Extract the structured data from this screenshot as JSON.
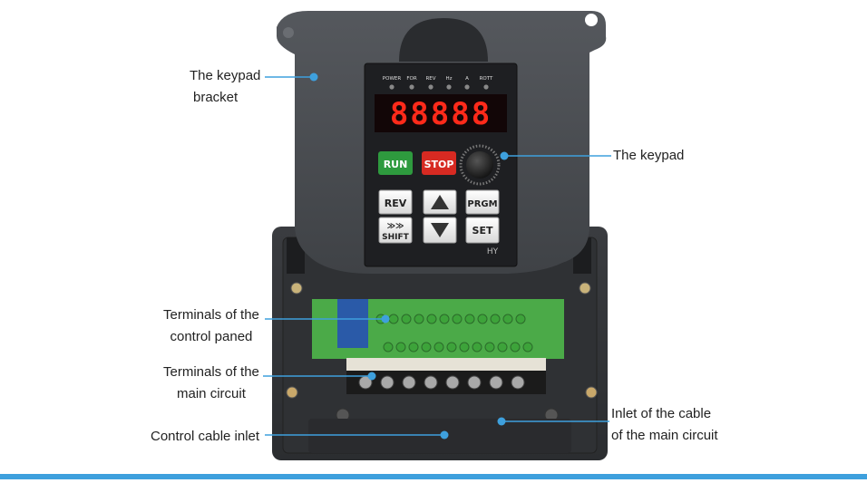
{
  "colors": {
    "callout_line": "#3ea0dd",
    "callout_dot": "#3ea0dd",
    "bottom_bar": "#3ea0dd",
    "housing": "#4a4d52",
    "keypad_panel": "#1e1f22",
    "display_red": "#ff2a1a",
    "run_button": "#2e9a3e",
    "stop_button": "#d72a22",
    "terminal_green": "#4fb84a"
  },
  "callouts": {
    "keypad_bracket": [
      "The keypad",
      "bracket"
    ],
    "keypad": "The keypad",
    "control_terminals": [
      "Terminals of the",
      "control paned"
    ],
    "main_terminals": [
      "Terminals of the",
      "main circuit"
    ],
    "control_cable_inlet": "Control cable inlet",
    "main_cable_inlet": [
      "Inlet of the cable",
      "of the main circuit"
    ]
  },
  "keypad": {
    "leds": [
      "POWER",
      "FOR",
      "REV",
      "Hz",
      "A",
      "ROTT"
    ],
    "display": "88888",
    "run_label": "RUN",
    "stop_label": "STOP",
    "rev_label": "REV",
    "prgm_label": "PRGM",
    "shift_arrows": "≫≫",
    "shift_label": "SHIFT",
    "set_label": "SET",
    "brand": "HY",
    "up_icon": "up-arrow-icon",
    "down_icon": "down-arrow-icon"
  }
}
